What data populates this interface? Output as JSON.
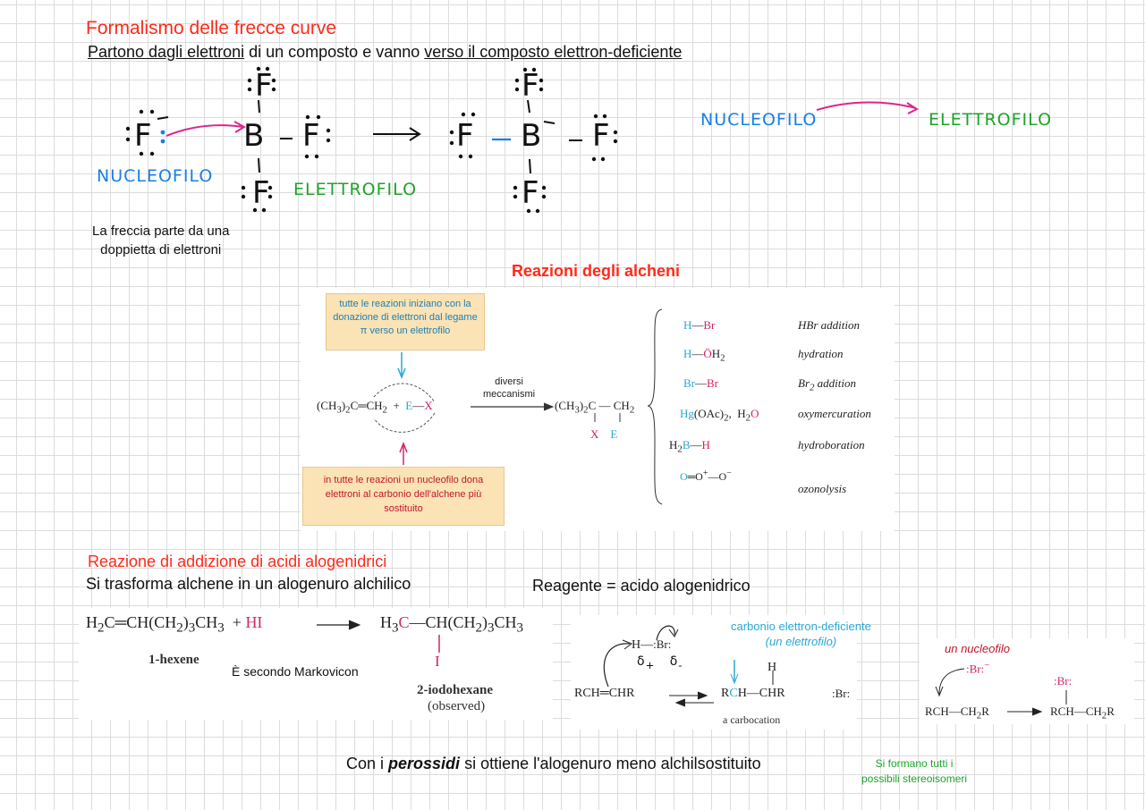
{
  "section1": {
    "title": "Formalismo delle frecce curve",
    "sub_part1": "Partono dagli elettroni",
    "sub_part2": " di un composto e vanno ",
    "sub_part3": "verso il composto elettron-deficiente",
    "nucleofilo": "NUCLEOFILO",
    "elettrofilo": "ELETTROFILO",
    "note_line1": "La freccia parte da una",
    "note_line2": "doppietta di elettroni"
  },
  "section2": {
    "title": "Reazioni degli alcheni",
    "box_top": "tutte le reazioni iniziano con la donazione di elettroni dal legame π verso un elettrofilo",
    "box_bottom": "in tutte le reazioni un nucleofilo dona elettroni al carbonio dell'alchene più sostituito",
    "arrow_label_1": "diversi",
    "arrow_label_2": "meccanismi",
    "reactions": [
      {
        "reagent": "H—Br",
        "name": "HBr addition"
      },
      {
        "reagent": "H—ÖH₂",
        "name": "hydration"
      },
      {
        "reagent": "Br—Br",
        "name": "Br₂ addition"
      },
      {
        "reagent": "Hg(OAc)₂,  H₂O",
        "name": "oxymercuration"
      },
      {
        "reagent": "H₂B—H",
        "name": "hydroboration"
      },
      {
        "reagent": "O=O⁺—O⁻",
        "name": "ozonolysis"
      }
    ]
  },
  "section3": {
    "title": "Reazione di addizione di acidi alogenidrici",
    "line1": "Si trasforma alchene in un alogenuro alchilico",
    "reagente": "Reagente = acido alogenidrico",
    "hexene_label": "1-hexene",
    "product_label": "2-iodohexane",
    "observed": "(observed)",
    "markovnikov": "È secondo Markovicon",
    "carbonio_line1": "carbonio elettron-deficiente",
    "carbonio_line2": "(un elettrofilo)",
    "carbocation": "a carbocation",
    "nucleofilo_it": "un nucleofilo",
    "peroxide_pre": "Con i ",
    "peroxide_bold": "perossidi",
    "peroxide_post": " si ottiene l'alogenuro meno alchilsostituito",
    "stereo_line1": "Si formano tutti i",
    "stereo_line2": "possibili stereoisomeri"
  }
}
